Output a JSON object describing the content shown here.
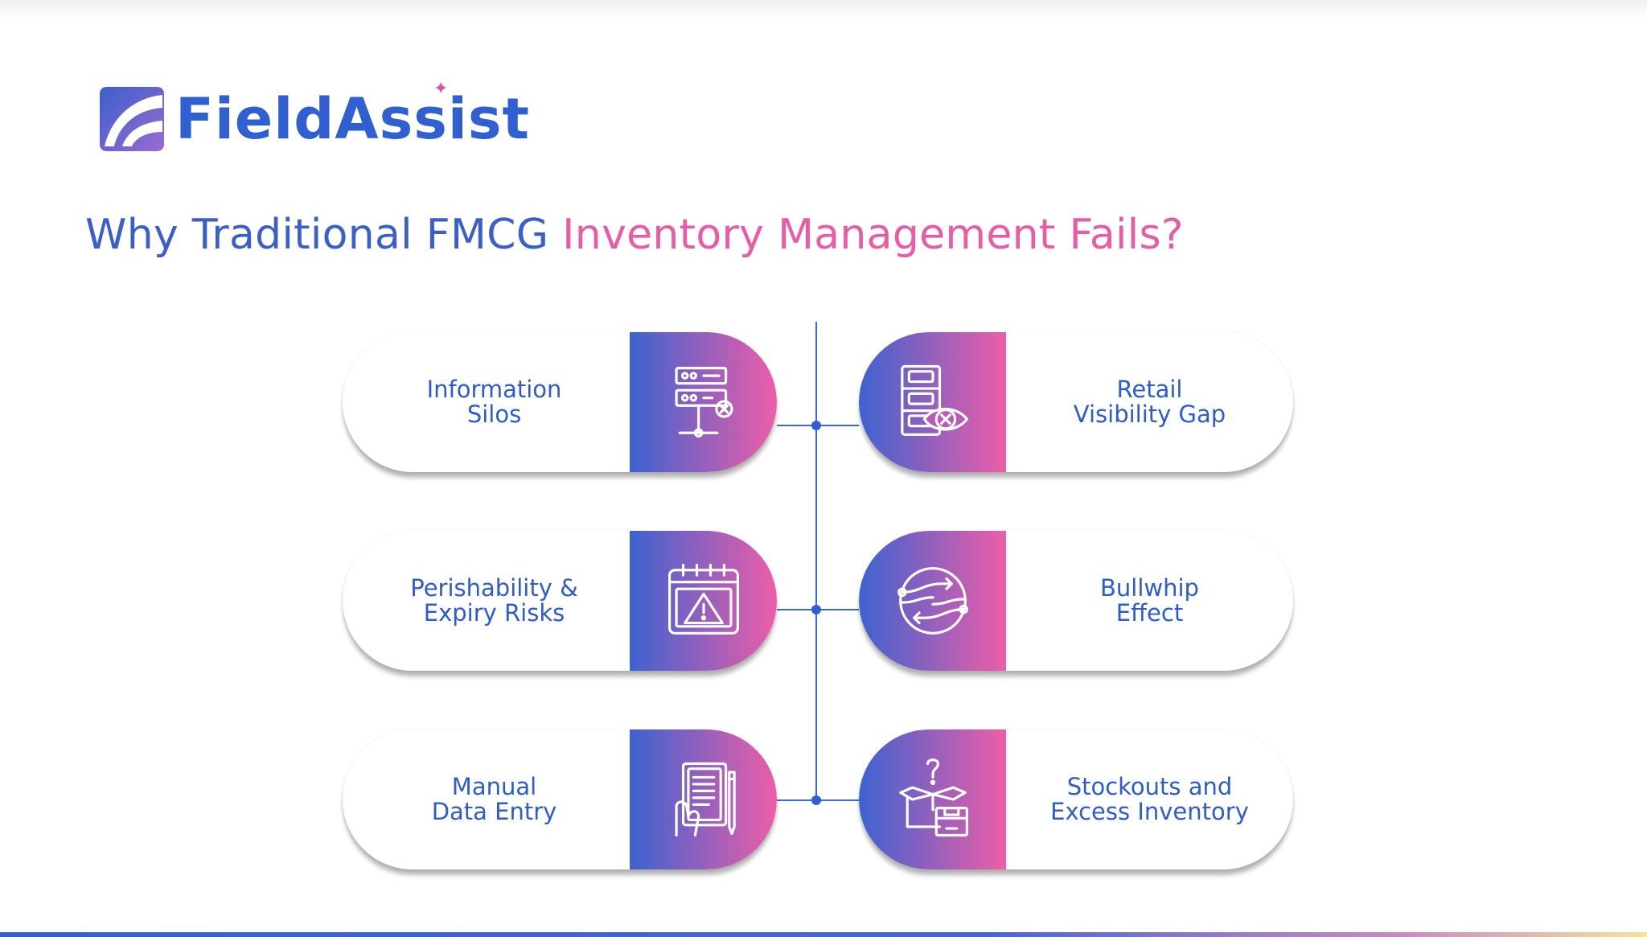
{
  "brand": {
    "name": "FieldAssist",
    "colors": {
      "blue": "#3a5fcc",
      "pink": "#ea5ba5"
    }
  },
  "headline": {
    "part1": "Why Traditional FMCG",
    "part2": "Inventory Management Fails?"
  },
  "items": [
    {
      "label": "Information\nSilos",
      "icon": "server-network-error-icon"
    },
    {
      "label": "Retail\nVisibility Gap",
      "icon": "cabinet-eye-cross-icon"
    },
    {
      "label": "Perishability &\nExpiry Risks",
      "icon": "calendar-warning-icon"
    },
    {
      "label": "Bullwhip\nEffect",
      "icon": "circular-arrows-icon"
    },
    {
      "label": "Manual\nData Entry",
      "icon": "clipboard-hand-pen-icon"
    },
    {
      "label": "Stockouts and\nExcess Inventory",
      "icon": "box-question-icon"
    }
  ]
}
